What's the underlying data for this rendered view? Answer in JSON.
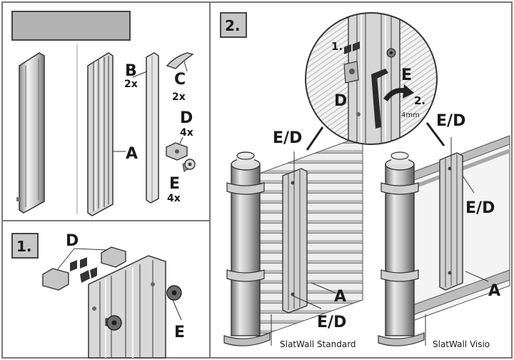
{
  "parts": {
    "label_a": "A",
    "label_b": "B",
    "qty_b": "2x",
    "label_c": "C",
    "qty_c": "2x",
    "label_d": "D",
    "qty_d": "4x",
    "label_e": "E",
    "qty_e": "4x"
  },
  "step1": {
    "number": "1.",
    "label_d": "D",
    "label_e": "E"
  },
  "step2": {
    "number": "2.",
    "detail_step1": "1.",
    "detail_step2": "2.",
    "detail_d": "D",
    "detail_e": "E",
    "tool_size": "4mm",
    "label_ed_left_top": "E/D",
    "label_ed_left_bottom": "E/D",
    "label_a_left": "A",
    "label_ed_right_top": "E/D",
    "label_ed_right_mid": "E/D",
    "label_a_right": "A",
    "caption_standard": "SlatWall Standard",
    "caption_visio": "SlatWall Visio"
  },
  "colors": {
    "frame": "#7a7a7a",
    "gray_box": "#b3b3b3",
    "metal_light": "#e6e6e6",
    "metal_mid": "#b8b8b8",
    "metal_dark": "#555555",
    "step_badge": "#c7c7c7"
  }
}
